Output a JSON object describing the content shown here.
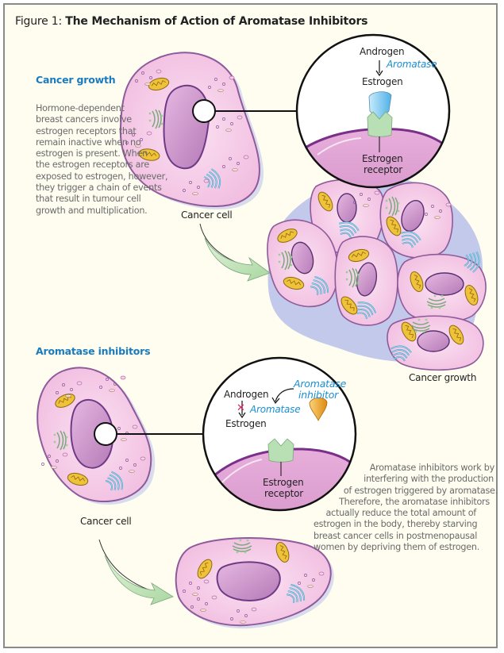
{
  "figure": {
    "title_prefix": "Figure 1:",
    "title": "The Mechanism of Action of Aromatase Inhibitors"
  },
  "section_growth": {
    "heading": "Cancer growth",
    "body_lines": [
      "Hormone-dependent",
      "breast cancers involve",
      "estrogen receptors that",
      "remain inactive when no",
      "estrogen is present. When",
      "the estrogen receptors are",
      "exposed to estrogen, however,",
      "they trigger a chain of events",
      "that result in tumour cell",
      "growth and multiplication."
    ],
    "cell_label": "Cancer cell",
    "inset": {
      "androgen": "Androgen",
      "enzyme": "Aromatase",
      "estrogen": "Estrogen",
      "receptor_line1": "Estrogen",
      "receptor_line2": "receptor"
    },
    "cluster_label": "Cancer growth"
  },
  "section_inhibitors": {
    "heading": "Aromatase inhibitors",
    "cell_label": "Cancer cell",
    "inset": {
      "androgen": "Androgen",
      "enzyme": "Aromatase",
      "estrogen": "Estrogen",
      "inhibitor_line1": "Aromatase",
      "inhibitor_line2": "inhibitor",
      "blocked_symbol": "✕",
      "receptor_line1": "Estrogen",
      "receptor_line2": "receptor"
    },
    "body_lines": [
      "Aromatase inhibitors work by",
      "interfering with the production",
      "of estrogen triggered by aromatase.",
      "Therefore, the aromatase inhibitors",
      "actually reduce the total amount of",
      "estrogen in the body, thereby starving",
      "breast cancer cells in postmenopausal",
      "women by depriving them of estrogen."
    ]
  },
  "colors": {
    "heading_blue": "#1a7bbf",
    "aromatase_blue": "#1a8fd0",
    "cell_fill": "#f5c6e4",
    "nucleus_fill": "#c98cc7",
    "cell_outline": "#8e5a9a",
    "arrow_green": "#c9e8c0",
    "estrogen_blue": "#7fc8ef",
    "receptor_green": "#b9dfb4",
    "inhibitor_orange": "#f0a52a",
    "block_x": "#e0245e",
    "background": "#fefdf0"
  }
}
